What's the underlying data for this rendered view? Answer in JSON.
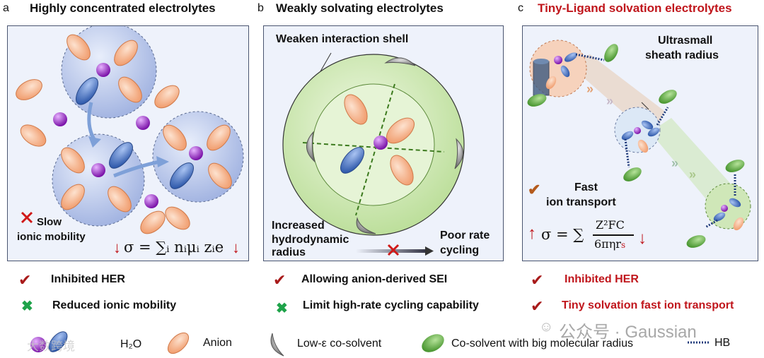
{
  "panel_a": {
    "letter": "a",
    "title": "Highly concentrated electrolytes",
    "slow_label_1": "Slow",
    "slow_label_2": "ionic mobility",
    "formula": "σ = ∑ᵢ nᵢμᵢ zᵢe",
    "check_1": "Inhibited HER",
    "check_2": "Reduced ionic mobility"
  },
  "panel_b": {
    "letter": "b",
    "title": "Weakly solvating electrolytes",
    "shell_label": "Weaken interaction shell",
    "radius_label_1": "Increased",
    "radius_label_2": "hydrodynamic",
    "radius_label_3": "radius",
    "poor_label_1": "Poor rate",
    "poor_label_2": "cycling",
    "check_1": "Allowing anion-derived SEI",
    "check_2": "Limit high-rate cycling capability"
  },
  "panel_c": {
    "letter": "c",
    "title": "Tiny-Ligand solvation electrolytes",
    "sheath_label_1": "Ultrasmall",
    "sheath_label_2": "sheath  radius",
    "fast_label_1": "Fast",
    "fast_label_2": "ion transport",
    "formula_lhs": "σ = ∑",
    "formula_num": "Z²FC",
    "formula_den": "6πηr",
    "formula_den_sub": "s",
    "check_1": "Inhibited HER",
    "check_2": "Tiny solvation fast ion transport"
  },
  "legend": {
    "h2o": "H₂O",
    "anion": "Anion",
    "low_eps": "Low-ε co-solvent",
    "big_solvent": "Co-solvent with big molecular radius",
    "hb": "HB"
  },
  "watermark": {
    "text": "公众号 · Gaussian",
    "corner": "大数跨境"
  },
  "colors": {
    "title_red": "#c0161c",
    "check_red": "#a81a1a",
    "cross_green": "#1fa34a",
    "anion": "#f2a878",
    "ion": "#8a1fb8",
    "water": "#3f6fc4",
    "shell_green": "#cfe9b3",
    "cosolvent_green": "#5aab3c"
  }
}
